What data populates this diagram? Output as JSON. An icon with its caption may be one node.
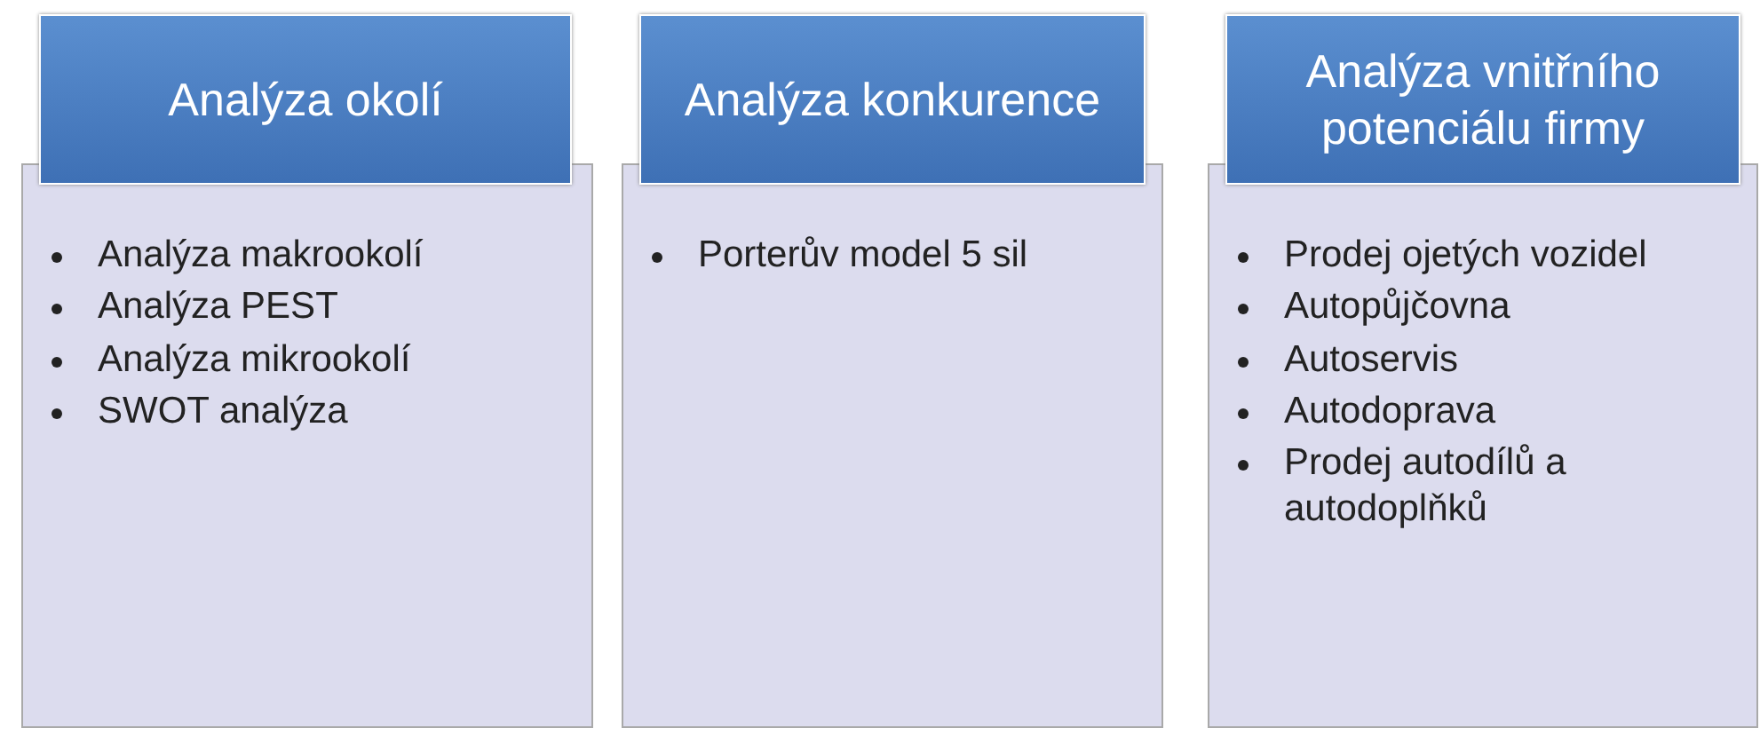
{
  "diagram": {
    "nodes": [
      {
        "text": [
          "Analýza okolí"
        ]
      },
      {
        "text": [
          "Analýza makrookolí",
          "Analýza PEST",
          "Analýza mikrookolí",
          "SWOT analýza"
        ]
      },
      {
        "text": [
          "Analýza konkurence"
        ]
      },
      {
        "text": [
          "Porterův model 5 sil"
        ]
      },
      {
        "text": [
          "Analýza vnitřního potenciálu firmy"
        ]
      },
      {
        "text": [
          "Prodej ojetých vozidel",
          "Autopůjčovna",
          "Autoservis",
          "Autodoprava",
          "Prodej autodílů a autodoplňků"
        ]
      }
    ]
  }
}
